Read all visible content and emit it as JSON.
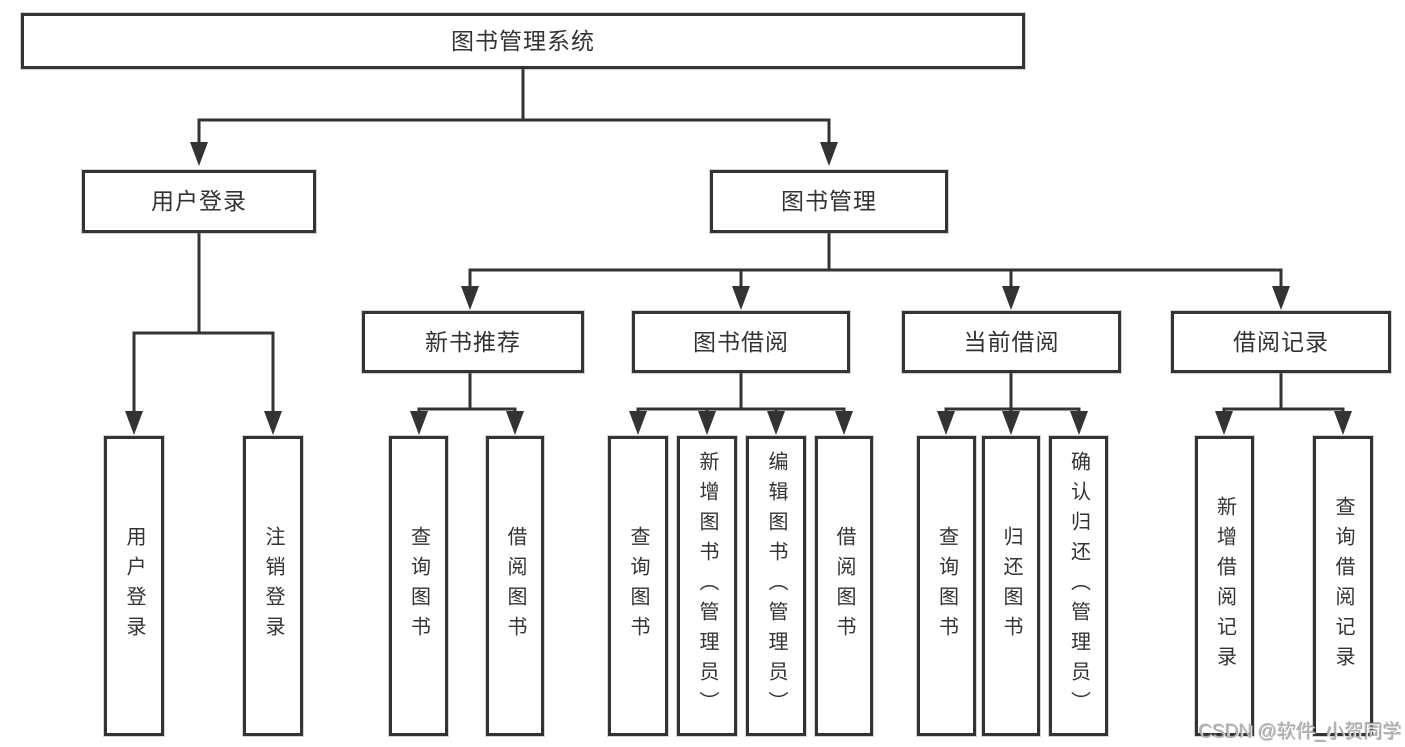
{
  "diagram": {
    "title": "图书管理系统",
    "colors": {
      "line": "#333333",
      "box_border": "#333333",
      "box_fill": "#ffffff",
      "text": "#333333",
      "watermark": "#b0b0b0"
    },
    "tree": {
      "label": "图书管理系统",
      "children": [
        {
          "label": "用户登录",
          "children": [
            {
              "label": "用户登录"
            },
            {
              "label": "注销登录"
            }
          ]
        },
        {
          "label": "图书管理",
          "children": [
            {
              "label": "新书推荐",
              "children": [
                {
                  "label": "查询图书"
                },
                {
                  "label": "借阅图书"
                }
              ]
            },
            {
              "label": "图书借阅",
              "children": [
                {
                  "label": "查询图书"
                },
                {
                  "label": "新增图书（管理员）"
                },
                {
                  "label": "编辑图书（管理员）"
                },
                {
                  "label": "借阅图书"
                }
              ]
            },
            {
              "label": "当前借阅",
              "children": [
                {
                  "label": "查询图书"
                },
                {
                  "label": "归还图书"
                },
                {
                  "label": "确认归还（管理员）"
                }
              ]
            },
            {
              "label": "借阅记录",
              "children": [
                {
                  "label": "新增借阅记录"
                },
                {
                  "label": "查询借阅记录"
                }
              ]
            }
          ]
        }
      ]
    },
    "watermark": {
      "text": "CSDN @软件_小贺同学"
    }
  }
}
